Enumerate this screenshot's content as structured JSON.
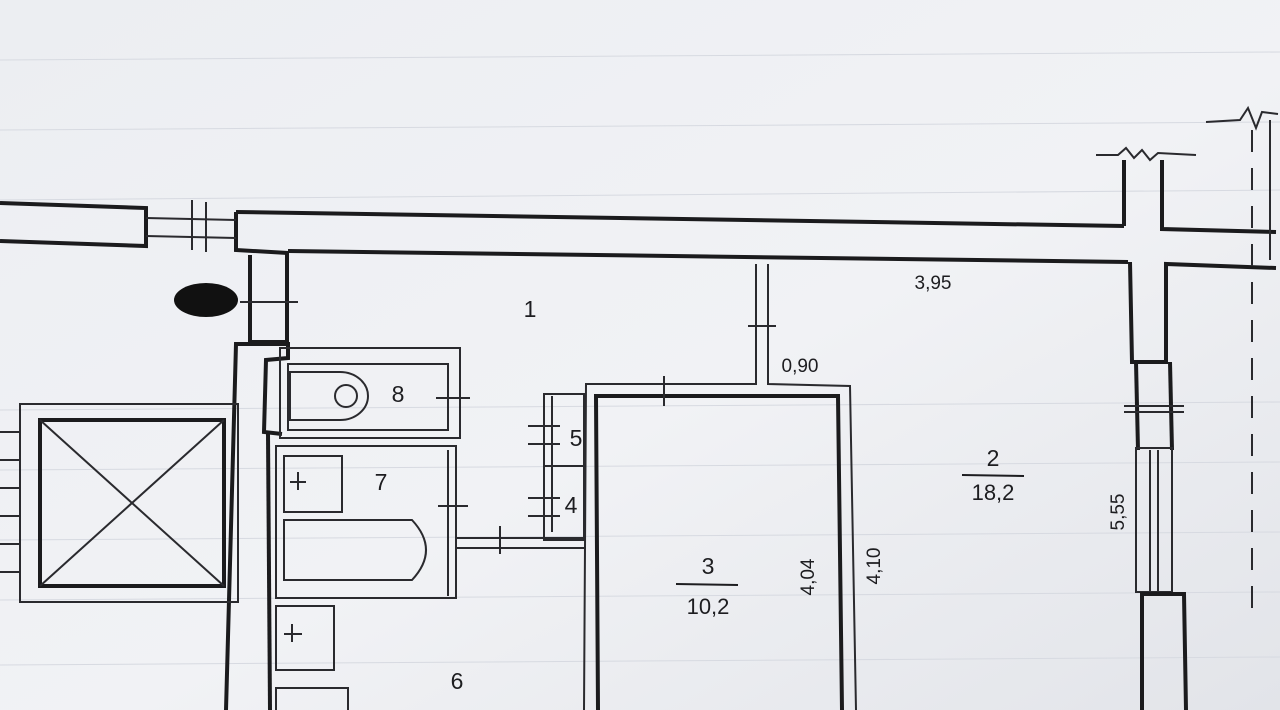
{
  "plan": {
    "rooms": [
      {
        "number": "1"
      },
      {
        "number": "2",
        "area": "18,2"
      },
      {
        "number": "3",
        "area": "10,2"
      },
      {
        "number": "4"
      },
      {
        "number": "5"
      },
      {
        "number": "6"
      },
      {
        "number": "7"
      },
      {
        "number": "8"
      }
    ],
    "dimensions": [
      "3,95",
      "0,90",
      "5,55",
      "4,04",
      "4,10"
    ]
  }
}
